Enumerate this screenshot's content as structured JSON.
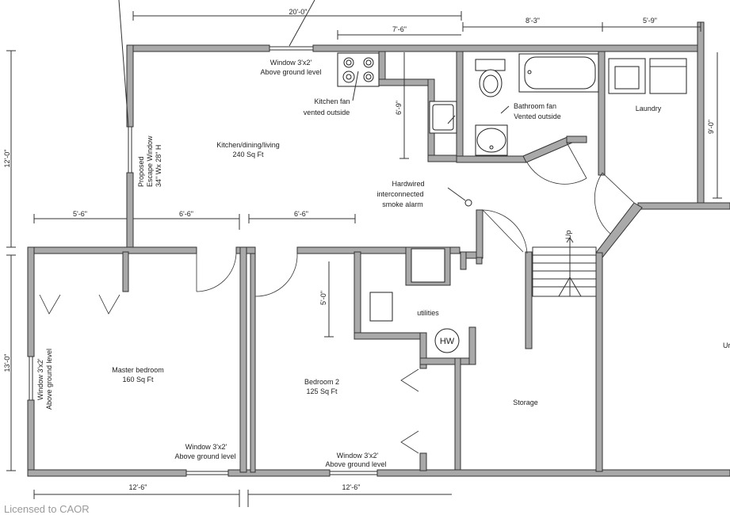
{
  "rooms": {
    "kitchen": {
      "name": "Kitchen/dining/living",
      "area": "240 Sq Ft"
    },
    "master": {
      "name": "Master bedroom",
      "area": "160 Sq Ft"
    },
    "bedroom2": {
      "name": "Bedroom 2",
      "area": "125 Sq Ft"
    },
    "laundry": "Laundry",
    "utilities": "utilities",
    "storage": "Storage",
    "unfinished_partial": "Ur",
    "stairs": "Up",
    "water_heater": "HW"
  },
  "notes": {
    "window_top": [
      "Window 3'x2'",
      "Above ground level"
    ],
    "kitchen_fan": [
      "Kitchen fan",
      "vented outside"
    ],
    "bathroom_fan": [
      "Bathroom fan",
      "Vented outside"
    ],
    "smoke_alarm": [
      "Hardwired",
      "interconnected",
      "smoke alarm"
    ],
    "escape_window": [
      "Proposed",
      "Escape Window",
      "34\" Wx 28\" H"
    ],
    "window_left": [
      "Window 3'x2'",
      "Above ground level"
    ],
    "window_bottom_left": [
      "Window 3'x2'",
      "Above ground level"
    ],
    "window_bottom_mid": [
      "Window 3'x2'",
      "Above ground level"
    ]
  },
  "dimensions": {
    "top_overall": "20'-0\"",
    "kitchen_counter": "7'-6\"",
    "bath_width": "8'-3\"",
    "laundry_width": "5'-9\"",
    "left_upper": "12'-0\"",
    "left_lower": "13'-0\"",
    "kitchen_depth": "6'-9\"",
    "laundry_depth": "9'-0\"",
    "hall_a": "5'-6\"",
    "hall_b": "6'-6\"",
    "hall_c": "6'-6\"",
    "utility_depth": "5'-0\"",
    "bottom_a": "12'-6\"",
    "bottom_b": "12'-6\""
  },
  "watermark": "Licensed to CAOR"
}
